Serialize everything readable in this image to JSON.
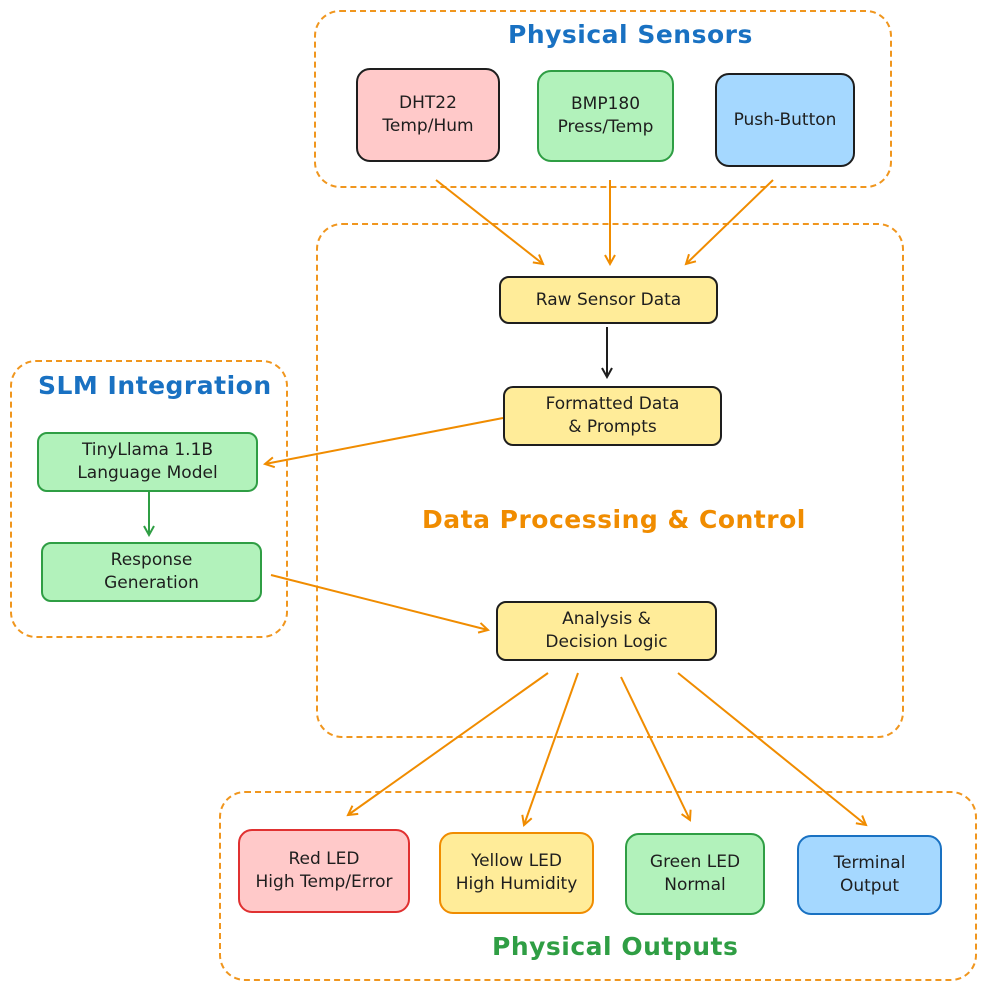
{
  "colors": {
    "group_border": "#f0961e",
    "title_blue": "#1971c2",
    "title_orange": "#f08c00",
    "title_green": "#2f9e44",
    "arrow_orange": "#f08c00",
    "arrow_green": "#2f9e44",
    "arrow_dark": "#1e1e1e"
  },
  "groups": {
    "sensors": {
      "title": "Physical Sensors"
    },
    "processing": {
      "title": "Data Processing & Control"
    },
    "slm": {
      "title": "SLM Integration"
    },
    "outputs": {
      "title": "Physical Outputs"
    }
  },
  "nodes": {
    "dht22": {
      "label": "DHT22\nTemp/Hum"
    },
    "bmp180": {
      "label": "BMP180\nPress/Temp"
    },
    "push_button": {
      "label": "Push-Button"
    },
    "raw_data": {
      "label": "Raw Sensor Data"
    },
    "formatted": {
      "label": "Formatted Data\n& Prompts"
    },
    "analysis": {
      "label": "Analysis &\nDecision Logic"
    },
    "tinyllama": {
      "label": "TinyLlama 1.1B\nLanguage Model"
    },
    "response": {
      "label": "Response\nGeneration"
    },
    "red_led": {
      "label": "Red LED\nHigh Temp/Error"
    },
    "yellow_led": {
      "label": "Yellow LED\nHigh Humidity"
    },
    "green_led": {
      "label": "Green LED\nNormal"
    },
    "terminal": {
      "label": "Terminal\nOutput"
    }
  },
  "edges": [
    {
      "from": "DHT22",
      "to": "Raw Sensor Data"
    },
    {
      "from": "BMP180",
      "to": "Raw Sensor Data"
    },
    {
      "from": "Push-Button",
      "to": "Raw Sensor Data"
    },
    {
      "from": "Raw Sensor Data",
      "to": "Formatted Data & Prompts"
    },
    {
      "from": "Formatted Data & Prompts",
      "to": "TinyLlama 1.1B"
    },
    {
      "from": "TinyLlama 1.1B",
      "to": "Response Generation"
    },
    {
      "from": "Response Generation",
      "to": "Analysis & Decision Logic"
    },
    {
      "from": "Analysis & Decision Logic",
      "to": "Red LED"
    },
    {
      "from": "Analysis & Decision Logic",
      "to": "Yellow LED"
    },
    {
      "from": "Analysis & Decision Logic",
      "to": "Green LED"
    },
    {
      "from": "Analysis & Decision Logic",
      "to": "Terminal Output"
    }
  ]
}
